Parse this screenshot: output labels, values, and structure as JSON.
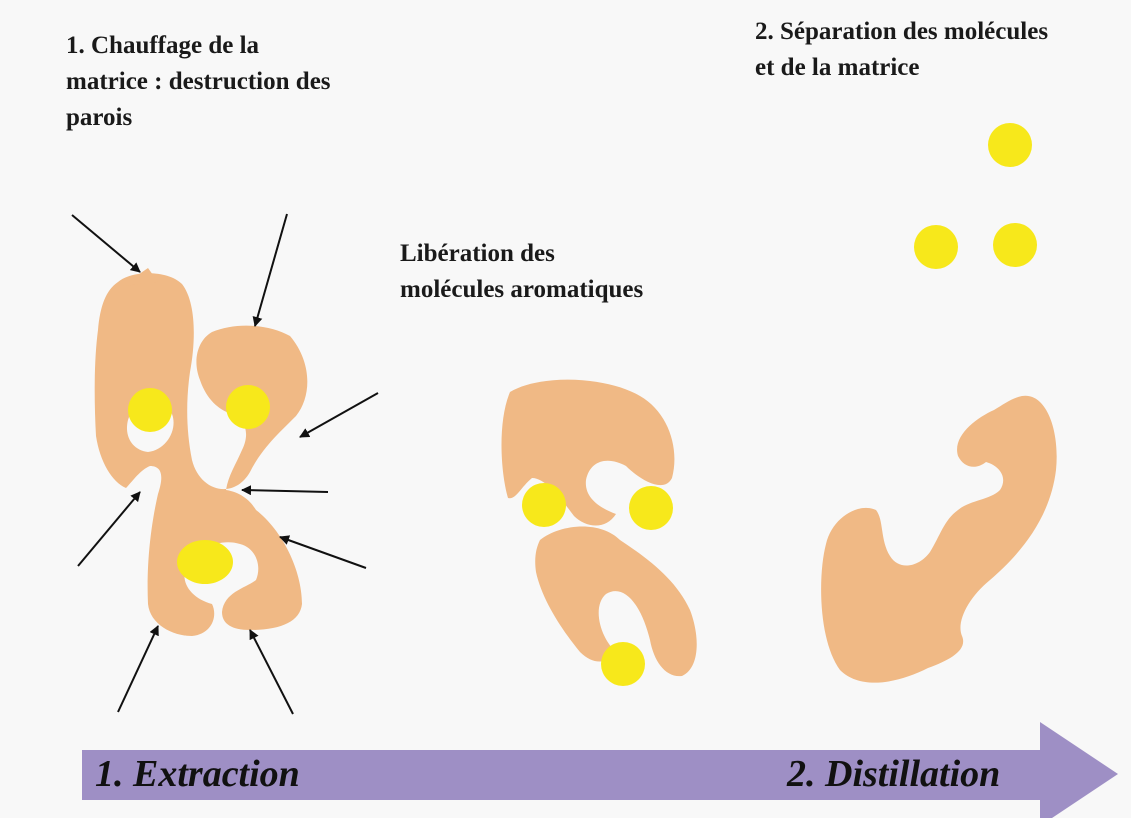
{
  "captions": {
    "step1": [
      "1. Chauffage  de la",
      "matrice : destruction des",
      "parois"
    ],
    "step2": [
      "2. Séparation des molécules",
      "et de la matrice"
    ],
    "release": [
      "Libération des",
      "molécules aromatiques"
    ]
  },
  "process_arrow": {
    "label_extraction": "1. Extraction",
    "label_distillation": "2. Distillation"
  },
  "colors": {
    "matrix": "#f0b985",
    "molecule": "#f7e81b",
    "arrow": "#9e8fc5",
    "background": "#f8f8f8"
  }
}
